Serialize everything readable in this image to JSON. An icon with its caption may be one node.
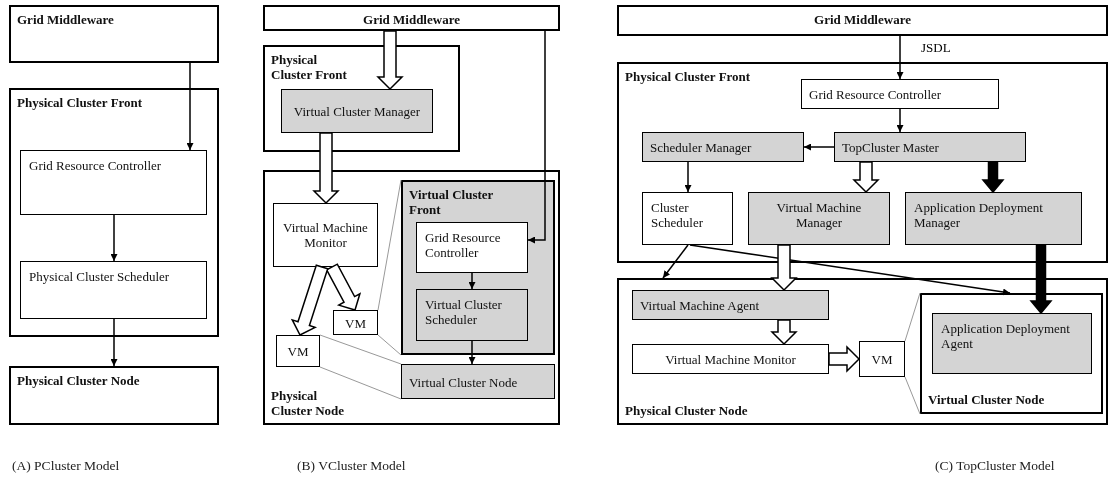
{
  "diagram": {
    "nodes": [
      {
        "text": [
          "Grid Middleware"
        ]
      },
      {
        "text": [
          "Physical Cluster Front"
        ]
      },
      {
        "text": [
          "Grid Resource Controller"
        ],
        "in": 1
      },
      {
        "text": [
          "Physical Cluster Scheduler"
        ],
        "in": 1
      },
      {
        "text": [
          "Physical Cluster Node"
        ]
      },
      {
        "text": [
          "Grid Middleware"
        ]
      },
      {
        "text": [
          "Physical Cluster Front"
        ]
      },
      {
        "text": [
          "Virtual Cluster Manager"
        ],
        "in": 6
      },
      {
        "text": [
          "Physical Cluster Node"
        ]
      },
      {
        "text": [
          "Virtual Machine Monitor"
        ],
        "in": 8
      },
      {
        "text": [
          "VM"
        ],
        "in": 8
      },
      {
        "text": [
          "VM"
        ],
        "in": 8
      },
      {
        "text": [
          "Virtual Cluster Front"
        ],
        "in": 8
      },
      {
        "text": [
          "Grid Resource Controller"
        ],
        "in": 12
      },
      {
        "text": [
          "Virtual Cluster Scheduler"
        ],
        "in": 12
      },
      {
        "text": [
          "Virtual Cluster Node"
        ],
        "in": 8
      },
      {
        "text": [
          "Grid Middleware"
        ]
      },
      {
        "text": [
          "Physical Cluster Front"
        ]
      },
      {
        "text": [
          "Grid Resource Controller"
        ],
        "in": 17
      },
      {
        "text": [
          "Scheduler Manager"
        ],
        "in": 17
      },
      {
        "text": [
          "TopCluster Master"
        ],
        "in": 17
      },
      {
        "text": [
          "Cluster Scheduler"
        ],
        "in": 17
      },
      {
        "text": [
          "Virtual Machine Manager"
        ],
        "in": 17
      },
      {
        "text": [
          "Application Deployment Manager"
        ],
        "in": 17
      },
      {
        "text": [
          "Physical Cluster Node"
        ]
      },
      {
        "text": [
          "Virtual Machine Agent"
        ],
        "in": 24
      },
      {
        "text": [
          "Virtual Machine Monitor"
        ],
        "in": 24
      },
      {
        "text": [
          "VM"
        ],
        "in": 24
      },
      {
        "text": [
          "Virtual Cluster Node"
        ],
        "in": 24
      },
      {
        "text": [
          "Application Deployment Agent"
        ],
        "in": 28
      }
    ],
    "edges": [
      {
        "from": 0,
        "to": 2,
        "arrow": "to"
      },
      {
        "from": 2,
        "to": 3,
        "arrow": "to"
      },
      {
        "from": 3,
        "to": 4,
        "arrow": "to"
      },
      {
        "from": 5,
        "to": 7,
        "arrow": "to",
        "style": "thick",
        "color": "#ffffff"
      },
      {
        "from": 7,
        "to": 9,
        "arrow": "to",
        "style": "thick",
        "color": "#ffffff"
      },
      {
        "from": 9,
        "to": 10,
        "arrow": "to",
        "style": "thick",
        "color": "#ffffff"
      },
      {
        "from": 9,
        "to": 11,
        "arrow": "to",
        "style": "thick",
        "color": "#ffffff"
      },
      {
        "from": 5,
        "to": 13,
        "arrow": "to"
      },
      {
        "from": 13,
        "to": 14,
        "arrow": "to"
      },
      {
        "from": 14,
        "to": 15,
        "arrow": "to"
      },
      {
        "from": 10,
        "to": 12,
        "arrow": "none",
        "color": "#999999"
      },
      {
        "from": 10,
        "to": 12,
        "arrow": "none",
        "color": "#999999"
      },
      {
        "from": 11,
        "to": 15,
        "arrow": "none",
        "color": "#999999"
      },
      {
        "from": 11,
        "to": 15,
        "arrow": "none",
        "color": "#999999"
      },
      {
        "from": 16,
        "to": 18,
        "arrow": "to",
        "label": "JSDL"
      },
      {
        "from": 18,
        "to": 20,
        "arrow": "to"
      },
      {
        "from": 20,
        "to": 19,
        "arrow": "to"
      },
      {
        "from": 19,
        "to": 21,
        "arrow": "to"
      },
      {
        "from": 20,
        "to": 22,
        "arrow": "to",
        "style": "thick",
        "color": "#ffffff"
      },
      {
        "from": 20,
        "to": 23,
        "arrow": "to",
        "style": "thick"
      },
      {
        "from": 21,
        "to": 24,
        "arrow": "to"
      },
      {
        "from": 21,
        "to": 28,
        "arrow": "to"
      },
      {
        "from": 22,
        "to": 25,
        "arrow": "to",
        "style": "thick",
        "color": "#ffffff"
      },
      {
        "from": 23,
        "to": 29,
        "arrow": "to",
        "style": "thick"
      },
      {
        "from": 25,
        "to": 26,
        "arrow": "to",
        "style": "thick",
        "color": "#ffffff"
      },
      {
        "from": 26,
        "to": 27,
        "arrow": "to",
        "style": "thick",
        "color": "#ffffff"
      },
      {
        "from": 27,
        "to": 28,
        "arrow": "none",
        "color": "#999999"
      },
      {
        "from": 27,
        "to": 28,
        "arrow": "none",
        "color": "#999999"
      }
    ],
    "labels": [
      "(A) PCluster Model",
      "(B) VCluster Model",
      "(C) TopCluster Model"
    ]
  }
}
